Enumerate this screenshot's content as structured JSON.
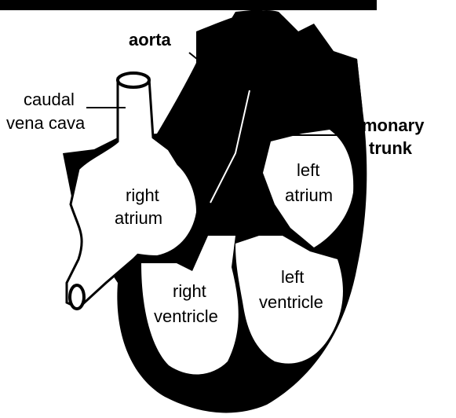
{
  "labels": {
    "aorta": "aorta",
    "caudal_vena_cava_line1": "caudal",
    "caudal_vena_cava_line2": "vena cava",
    "pulmonary_trunk_line1": "pulmonary",
    "pulmonary_trunk_line2": "trunk",
    "right_atrium_line1": "right",
    "right_atrium_line2": "atrium",
    "left_atrium_line1": "left",
    "left_atrium_line2": "atrium",
    "right_ventricle_line1": "right",
    "right_ventricle_line2": "ventricle",
    "left_ventricle_line1": "left",
    "left_ventricle_line2": "ventricle"
  },
  "colors": {
    "ink": "#000000",
    "paper": "#ffffff"
  }
}
